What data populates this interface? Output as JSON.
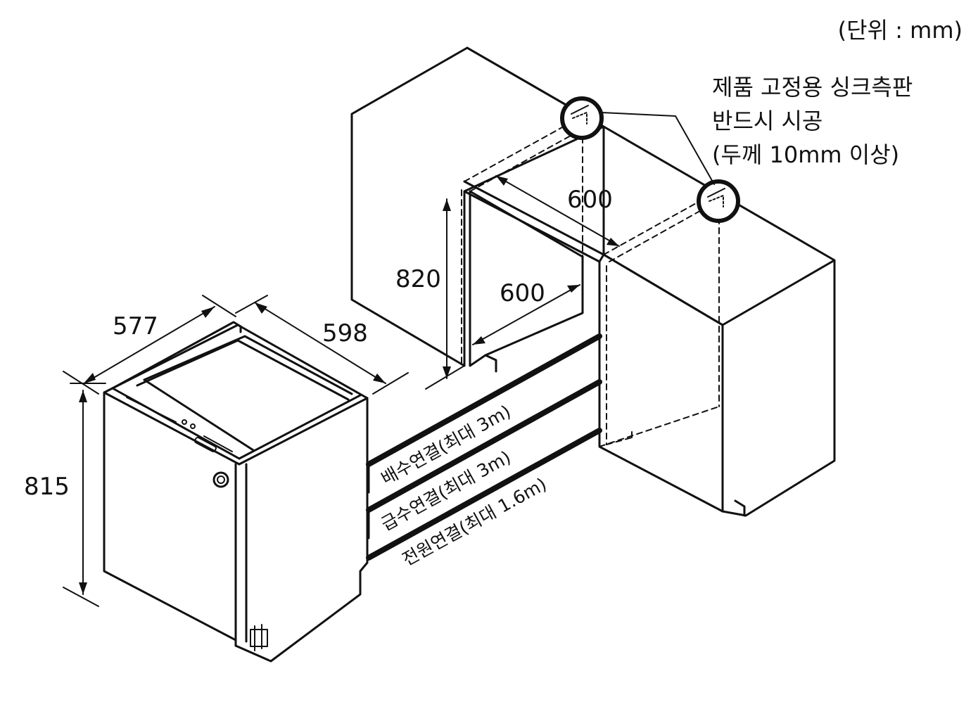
{
  "unit_label": "(단위 : mm)",
  "note": {
    "line1": "제품 고정용 싱크측판",
    "line2": "반드시 시공",
    "line3": "(두께 10mm 이상)"
  },
  "dimensions": {
    "appliance_depth": "577",
    "appliance_width": "598",
    "appliance_height": "815",
    "opening_height": "820",
    "opening_width": "600",
    "opening_depth": "600"
  },
  "connections": {
    "drain": "배수연결(최대 3m)",
    "water_supply": "급수연결(최대 3m)",
    "power": "전원연결(최대 1.6m)"
  }
}
